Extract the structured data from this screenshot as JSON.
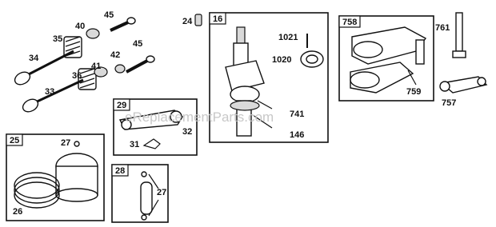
{
  "watermark": "eReplacementParts.com",
  "boxes": {
    "b16": "16",
    "b29": "29",
    "b25": "25",
    "b28": "28",
    "b758": "758"
  },
  "labels": {
    "l45a": "45",
    "l24": "24",
    "l40": "40",
    "l35": "35",
    "l45b": "45",
    "l34": "34",
    "l42": "42",
    "l41": "41",
    "l36": "36",
    "l33": "33",
    "l1021": "1021",
    "l1020": "1020",
    "l741": "741",
    "l146": "146",
    "l761": "761",
    "l759": "759",
    "l757": "757",
    "l32": "32",
    "l31": "31",
    "l27a": "27",
    "l26": "26",
    "l27b": "27"
  }
}
